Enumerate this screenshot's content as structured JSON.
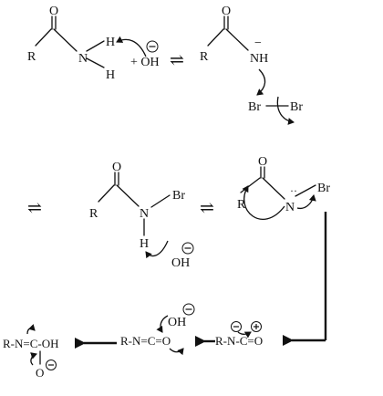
{
  "labels": {
    "r": "R",
    "o": "O",
    "n": "N",
    "h": "H",
    "nh": "NH",
    "oh": "OH",
    "plus_oh": "+ OH",
    "br": "Br",
    "minus": "−",
    "row3_left": "R-N=C-OH",
    "row3_mid": "R-N=C=O",
    "row3_right": "R-N-C=O"
  },
  "symbols": {
    "equilibrium": "⇌"
  }
}
